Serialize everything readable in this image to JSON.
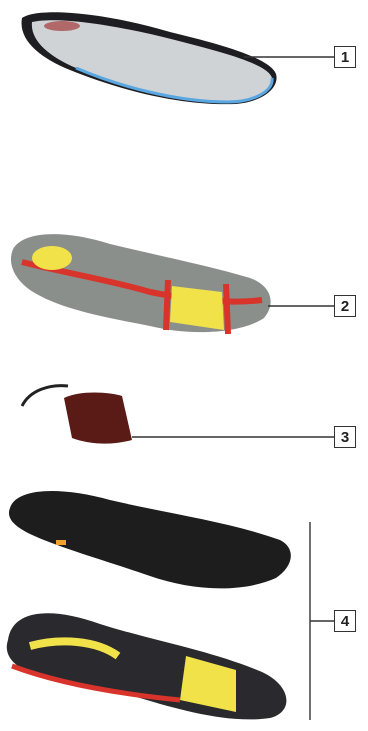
{
  "callouts": {
    "c1": "1",
    "c2": "2",
    "c3": "3",
    "c4": "4"
  },
  "colors": {
    "insole_top": "#cfd3d6",
    "insole_edge_blue": "#5aa6e0",
    "midsole_grey": "#8a8f8c",
    "accent_yellow": "#f1e24a",
    "accent_red": "#d8342b",
    "heel_counter": "#5a1a16",
    "outsole_black": "#1d1d1d",
    "leader_line": "#333333"
  }
}
